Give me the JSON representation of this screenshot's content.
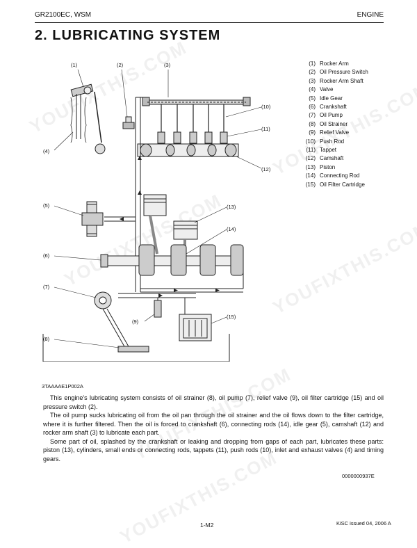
{
  "header": {
    "left": "GR2100EC, WSM",
    "right": "ENGINE"
  },
  "title": "2.  LUBRICATING  SYSTEM",
  "figure": {
    "callouts": [
      "(1)",
      "(2)",
      "(3)",
      "(4)",
      "(5)",
      "(6)",
      "(7)",
      "(8)",
      "(9)",
      "(10)",
      "(11)",
      "(12)",
      "(13)",
      "(14)",
      "(15)"
    ],
    "code": "3TAAAAE1P002A"
  },
  "legend": [
    {
      "num": "(1)",
      "label": "Rocker Arm"
    },
    {
      "num": "(2)",
      "label": "Oil Pressure Switch"
    },
    {
      "num": "(3)",
      "label": "Rocker Arm Shaft"
    },
    {
      "num": "(4)",
      "label": "Valve"
    },
    {
      "num": "(5)",
      "label": "Idle Gear"
    },
    {
      "num": "(6)",
      "label": "Crankshaft"
    },
    {
      "num": "(7)",
      "label": "Oil Pump"
    },
    {
      "num": "(8)",
      "label": "Oil Strainer"
    },
    {
      "num": "(9)",
      "label": "Relief Valve"
    },
    {
      "num": "(10)",
      "label": "Push Rod"
    },
    {
      "num": "(11)",
      "label": "Tappet"
    },
    {
      "num": "(12)",
      "label": "Camshaft"
    },
    {
      "num": "(13)",
      "label": "Piston"
    },
    {
      "num": "(14)",
      "label": "Connecting Rod"
    },
    {
      "num": "(15)",
      "label": "Oil Filter Cartridge"
    }
  ],
  "paragraphs": [
    "This engine's lubricating system consists of oil strainer (8), oil pump (7), relief valve (9), oil filter cartridge (15) and oil pressure switch (2).",
    "The oil pump sucks lubricating oil from the oil pan through the oil strainer and the oil flows down to the filter cartridge, where it is further filtered.  Then the oil is forced to crankshaft (6), connecting rods (14), idle gear (5), camshaft (12) and rocker arm shaft (3) to lubricate each part.",
    "Some part of oil, splashed by the crankshaft or leaking and dropping from gaps of each part, lubricates these parts: piston (13), cylinders, small ends or connecting rods, tappets (11), push rods (10), inlet and exhaust valves (4) and timing gears."
  ],
  "doc_code": "0000000937E",
  "footer": {
    "page": "1-M2",
    "issue": "KiSC issued 04, 2006 A"
  },
  "watermark": "YOUFIXTHIS.COM"
}
